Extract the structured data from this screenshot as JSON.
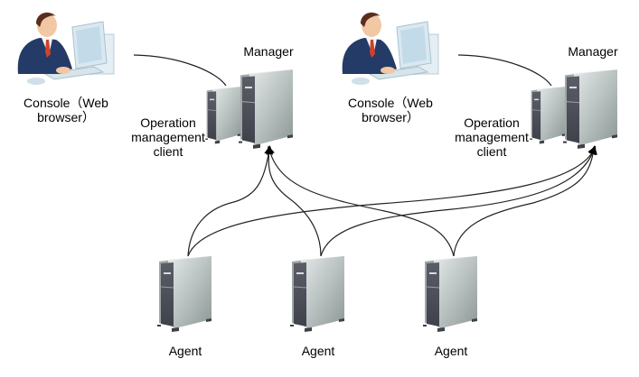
{
  "diagram": {
    "groups": [
      {
        "console": {
          "label_line1": "Console（Web",
          "label_line2": "browser）",
          "icon": "person-at-computer-icon"
        },
        "client": {
          "label_line1": "Operation",
          "label_line2": "management",
          "label_line3": "client",
          "icon": "server-tower-icon"
        },
        "manager": {
          "label": "Manager",
          "icon": "server-tower-icon"
        }
      },
      {
        "console": {
          "label_line1": "Console（Web",
          "label_line2": "browser）",
          "icon": "person-at-computer-icon"
        },
        "client": {
          "label_line1": "Operation",
          "label_line2": "management",
          "label_line3": "client",
          "icon": "server-tower-icon"
        },
        "manager": {
          "label": "Manager",
          "icon": "server-tower-icon"
        }
      }
    ],
    "agents": [
      {
        "label": "Agent",
        "icon": "server-tower-icon"
      },
      {
        "label": "Agent",
        "icon": "server-tower-icon"
      },
      {
        "label": "Agent",
        "icon": "server-tower-icon"
      }
    ],
    "connections": [
      {
        "from": "console-1",
        "to": "client-1",
        "style": "line"
      },
      {
        "from": "console-2",
        "to": "client-2",
        "style": "line"
      },
      {
        "from": "agent-1",
        "to": "manager-1",
        "style": "arrow"
      },
      {
        "from": "agent-2",
        "to": "manager-1",
        "style": "arrow"
      },
      {
        "from": "agent-3",
        "to": "manager-1",
        "style": "arrow"
      },
      {
        "from": "agent-1",
        "to": "manager-2",
        "style": "arrow"
      },
      {
        "from": "agent-2",
        "to": "manager-2",
        "style": "arrow"
      },
      {
        "from": "agent-3",
        "to": "manager-2",
        "style": "arrow"
      }
    ]
  }
}
